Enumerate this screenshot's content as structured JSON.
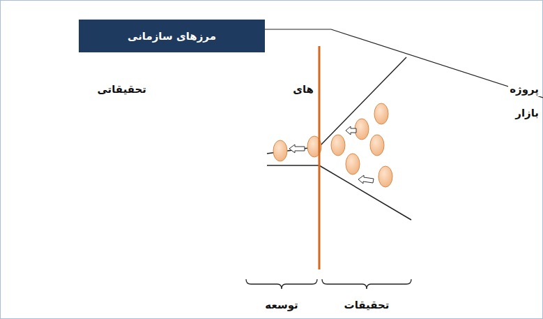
{
  "diagram": {
    "nodes": [
      {
        "text": [
          "مرزهای سازمانی"
        ]
      }
    ],
    "labels": [
      "تحقیقاتی",
      "های",
      "پروژه",
      "بازار",
      "توسعه",
      "تحقیقات"
    ]
  }
}
